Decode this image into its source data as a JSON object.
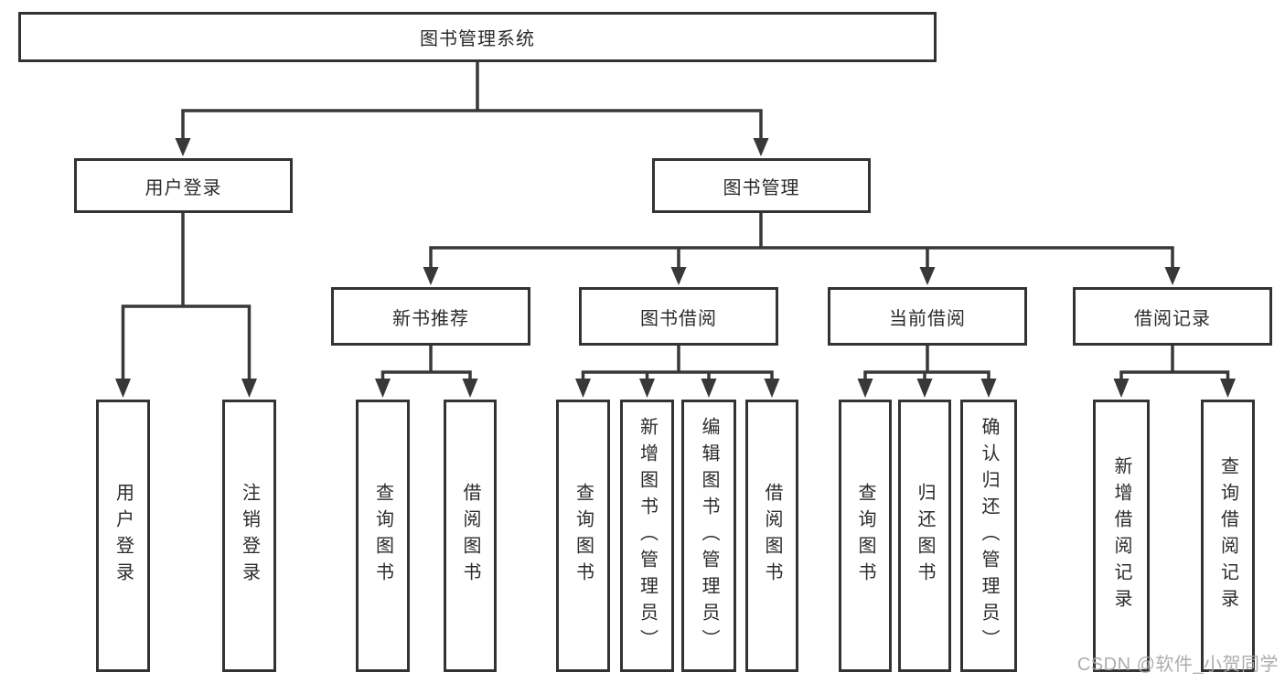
{
  "diagram_title": "图书管理系统",
  "tree": {
    "label": "图书管理系统",
    "children": [
      {
        "label": "用户登录",
        "children": [
          {
            "label": "用户登录"
          },
          {
            "label": "注销登录"
          }
        ]
      },
      {
        "label": "图书管理",
        "children": [
          {
            "label": "新书推荐",
            "children": [
              {
                "label": "查询图书"
              },
              {
                "label": "借阅图书"
              }
            ]
          },
          {
            "label": "图书借阅",
            "children": [
              {
                "label": "查询图书"
              },
              {
                "label": "新增图书（管理员）"
              },
              {
                "label": "编辑图书（管理员）"
              },
              {
                "label": "借阅图书"
              }
            ]
          },
          {
            "label": "当前借阅",
            "children": [
              {
                "label": "查询图书"
              },
              {
                "label": "归还图书"
              },
              {
                "label": "确认归还（管理员）"
              }
            ]
          },
          {
            "label": "借阅记录",
            "children": [
              {
                "label": "新增借阅记录"
              },
              {
                "label": "查询借阅记录"
              }
            ]
          }
        ]
      }
    ]
  },
  "watermark": {
    "text": "CSDN @软件_小贺同学"
  },
  "colors": {
    "background": "#ffffff",
    "box_fill": "#ffffff",
    "box_border": "#333333",
    "connector_line": "#383838",
    "label_text": "#2b2b2b",
    "watermark_text": "#a6a6a6"
  }
}
